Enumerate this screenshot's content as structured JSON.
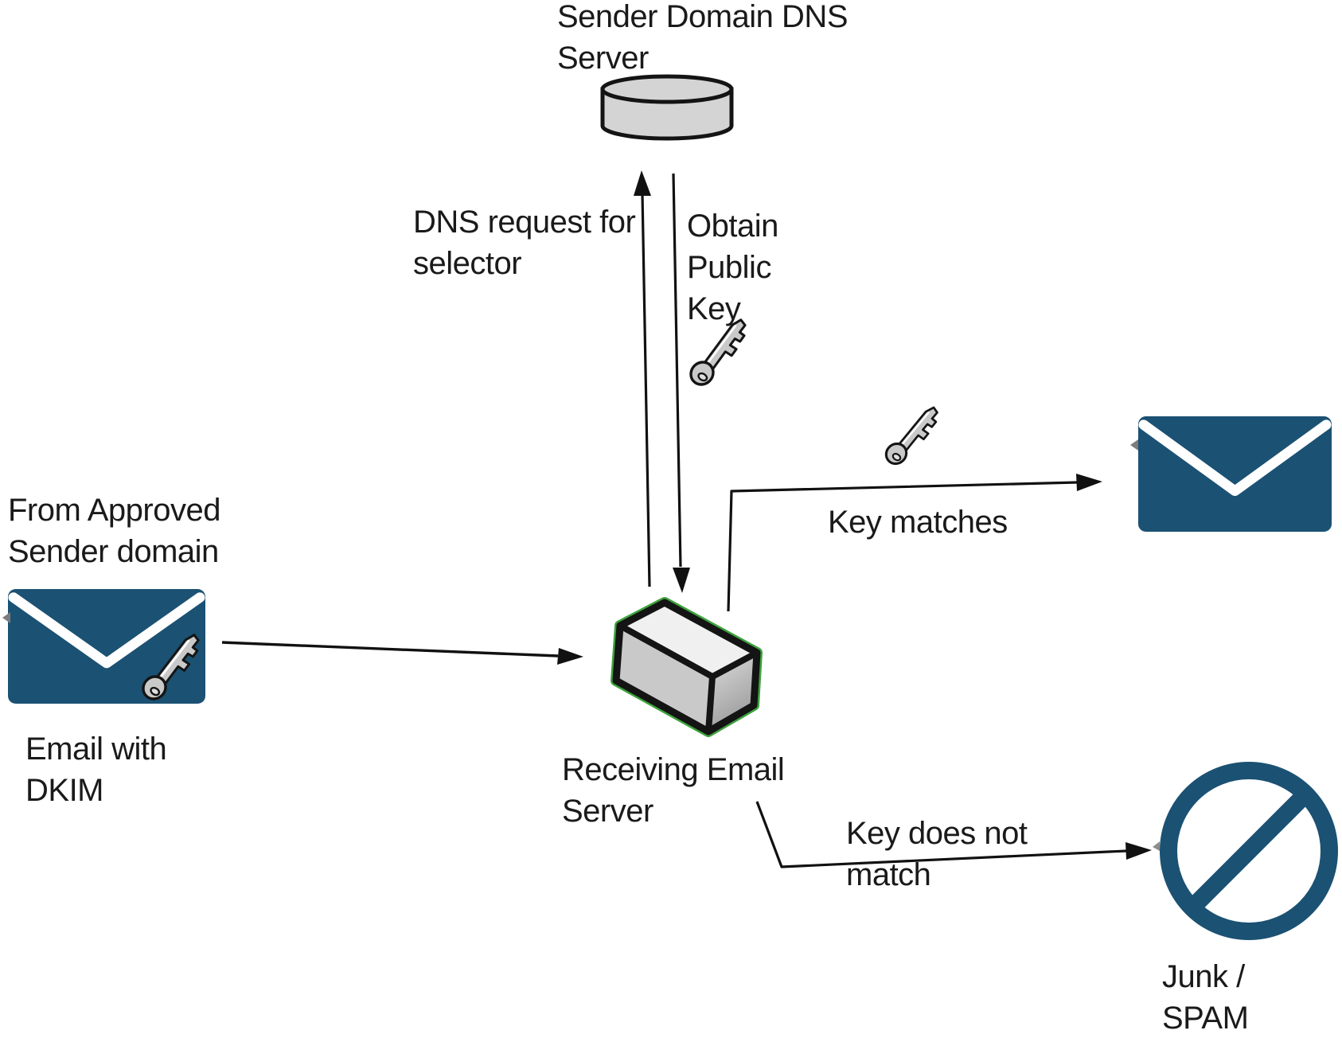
{
  "nodes": {
    "dns_server": {
      "label": "Sender Domain DNS\nServer",
      "icon": "database-cylinder"
    },
    "receiving_server": {
      "label": "Receiving Email\nServer",
      "icon": "server-box"
    },
    "sender_email": {
      "heading": "From Approved\nSender domain",
      "caption": "Email with\nDKIM",
      "icon": "envelope-with-key"
    },
    "delivered_email": {
      "icon": "envelope"
    },
    "junk": {
      "label": "Junk /\nSPAM",
      "icon": "blocked-sign"
    }
  },
  "edges": {
    "dns_request": {
      "label": "DNS request for\nselector",
      "direction": "server-to-dns"
    },
    "obtain_public_key": {
      "label": "Obtain\nPublic\nKey",
      "direction": "dns-to-server"
    },
    "email_to_server": {
      "label": "",
      "direction": "sender-to-server"
    },
    "key_matches": {
      "label": "Key matches",
      "direction": "server-to-inbox"
    },
    "key_does_not_match": {
      "label": "Key does not\nmatch",
      "direction": "server-to-junk"
    }
  },
  "colors": {
    "envelope_blue": "#1B5173",
    "blocked_blue": "#1B5173",
    "key_gray": "#C9C9C9",
    "cylinder_gray": "#D4D4D4",
    "box_top_gray": "#F0F0F0",
    "box_front_gray": "#C9C9C9",
    "box_highlight_green": "#3EA23E",
    "line_black": "#111111",
    "text_black": "#1A1A1A"
  }
}
